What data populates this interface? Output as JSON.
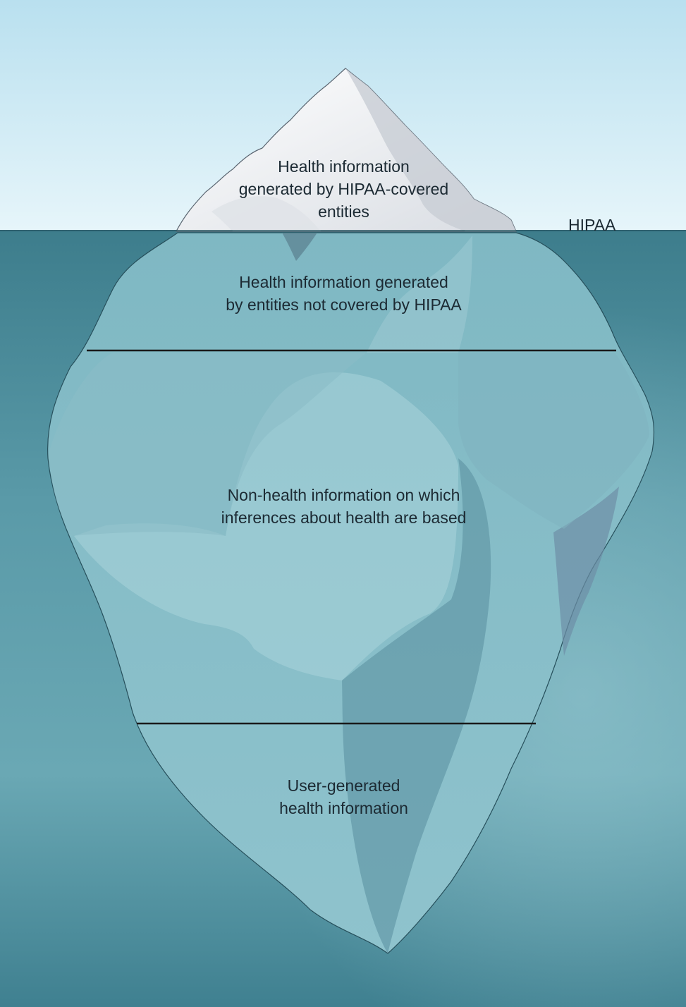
{
  "labels": {
    "tip": "Health information\ngenerated by HIPAA-covered\nentities",
    "waterline": "HIPAA",
    "layer_1": "Health information generated\nby entities not covered by HIPAA",
    "layer_2": "Non-health information on which\ninferences about health are based",
    "layer_3": "User-generated\nhealth information"
  },
  "colors": {
    "sky_top": "#bfe3f1",
    "sky_bottom": "#e3f3f9",
    "water_top": "#3f7f8e",
    "water_bottom": "#5e9eab",
    "ice_above": "#f4f6f8",
    "ice_below": "#8cc2cc",
    "divider": "#1a1a1a"
  }
}
